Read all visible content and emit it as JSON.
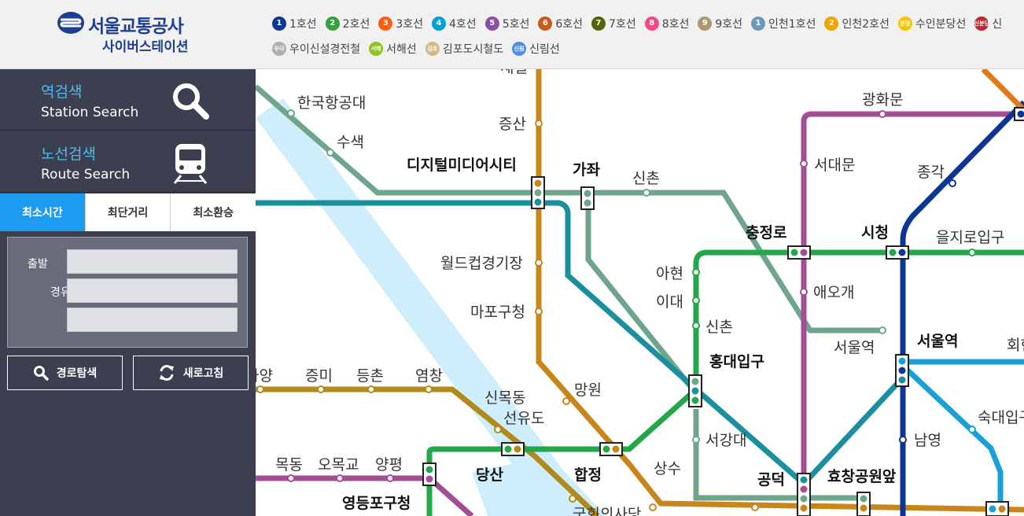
{
  "logo": {
    "line1": "서울교통공사",
    "line2": "사이버스테이션"
  },
  "legend": [
    [
      {
        "num": "1",
        "label": "1호선",
        "color": "#0d3692"
      },
      {
        "num": "2",
        "label": "2호선",
        "color": "#33a23d"
      },
      {
        "num": "3",
        "label": "3호선",
        "color": "#fe5d10"
      },
      {
        "num": "4",
        "label": "4호선",
        "color": "#00a2d1"
      },
      {
        "num": "5",
        "label": "5호선",
        "color": "#8b50a4"
      },
      {
        "num": "6",
        "label": "6호선",
        "color": "#c55c1d"
      },
      {
        "num": "7",
        "label": "7호선",
        "color": "#54640d"
      },
      {
        "num": "8",
        "label": "8호선",
        "color": "#f14c82"
      },
      {
        "num": "9",
        "label": "9호선",
        "color": "#aa9872"
      },
      {
        "num": "1",
        "label": "인천1호선",
        "color": "#6e98bb"
      },
      {
        "num": "2",
        "label": "인천2호선",
        "color": "#f5a200"
      },
      {
        "num": "분당",
        "label": "수인분당선",
        "color": "#f5c400"
      },
      {
        "num": "신분당",
        "label": "신",
        "color": "#c1272d"
      }
    ],
    [
      {
        "num": "우이",
        "label": "우이신설경전철",
        "color": "#b0b0b0"
      },
      {
        "num": "서해",
        "label": "서해선",
        "color": "#8fc31f"
      },
      {
        "num": "김포",
        "label": "김포도시철도",
        "color": "#d6b888"
      },
      {
        "num": "신림",
        "label": "신림선",
        "color": "#4e8fe6"
      }
    ]
  ],
  "sidebar": {
    "station_search": {
      "ko": "역검색",
      "en": "Station Search"
    },
    "route_search": {
      "ko": "노선검색",
      "en": "Route Search"
    },
    "tabs": [
      "최소시간",
      "최단거리",
      "최소환승"
    ],
    "form": {
      "depart_label": "출발",
      "via_label": "경유"
    },
    "search_button": "경로탐색",
    "refresh_button": "새로고침"
  },
  "map": {
    "stations": {
      "hanguk": "한국항공대",
      "susaek": "수색",
      "dmc": "디지털미디어시티",
      "gajwa": "가좌",
      "sinchon_gy": "신촌",
      "jeungsan": "증산",
      "worldcup": "월드컵경기장",
      "mapogu": "마포구청",
      "mangwon": "망원",
      "hapjeong": "합정",
      "sangsu": "상수",
      "dangsan": "당산",
      "seonyudo": "선유도",
      "sinmokdong": "신목동",
      "yeomchang": "염창",
      "deungchon": "등촌",
      "jeungmi": "증미",
      "gayang": "가양",
      "mokdong": "목동",
      "omokgyo": "오목교",
      "yangpyeong": "양평",
      "yeongdeungpo": "영등포구청",
      "gukhoe": "국회의사당",
      "ahyeon": "아현",
      "idae": "이대",
      "sinchon2": "신촌",
      "hongdae": "홍대입구",
      "seogangdae": "서강대",
      "chungjeongno": "충정로",
      "aeogae": "애오개",
      "seoulyeok_gy": "서울역",
      "gongdeok": "공덕",
      "hyochang": "효창공원앞",
      "gwanghwamun": "광화문",
      "seodaemun": "서대문",
      "jonggak": "종각",
      "sicheong": "시청",
      "euljiro": "을지로입구",
      "seoulyeok": "서울역",
      "namyeong": "남영",
      "sookdae": "숙대입구",
      "hoehyeon": "회현",
      "top_partial": "새절"
    }
  }
}
